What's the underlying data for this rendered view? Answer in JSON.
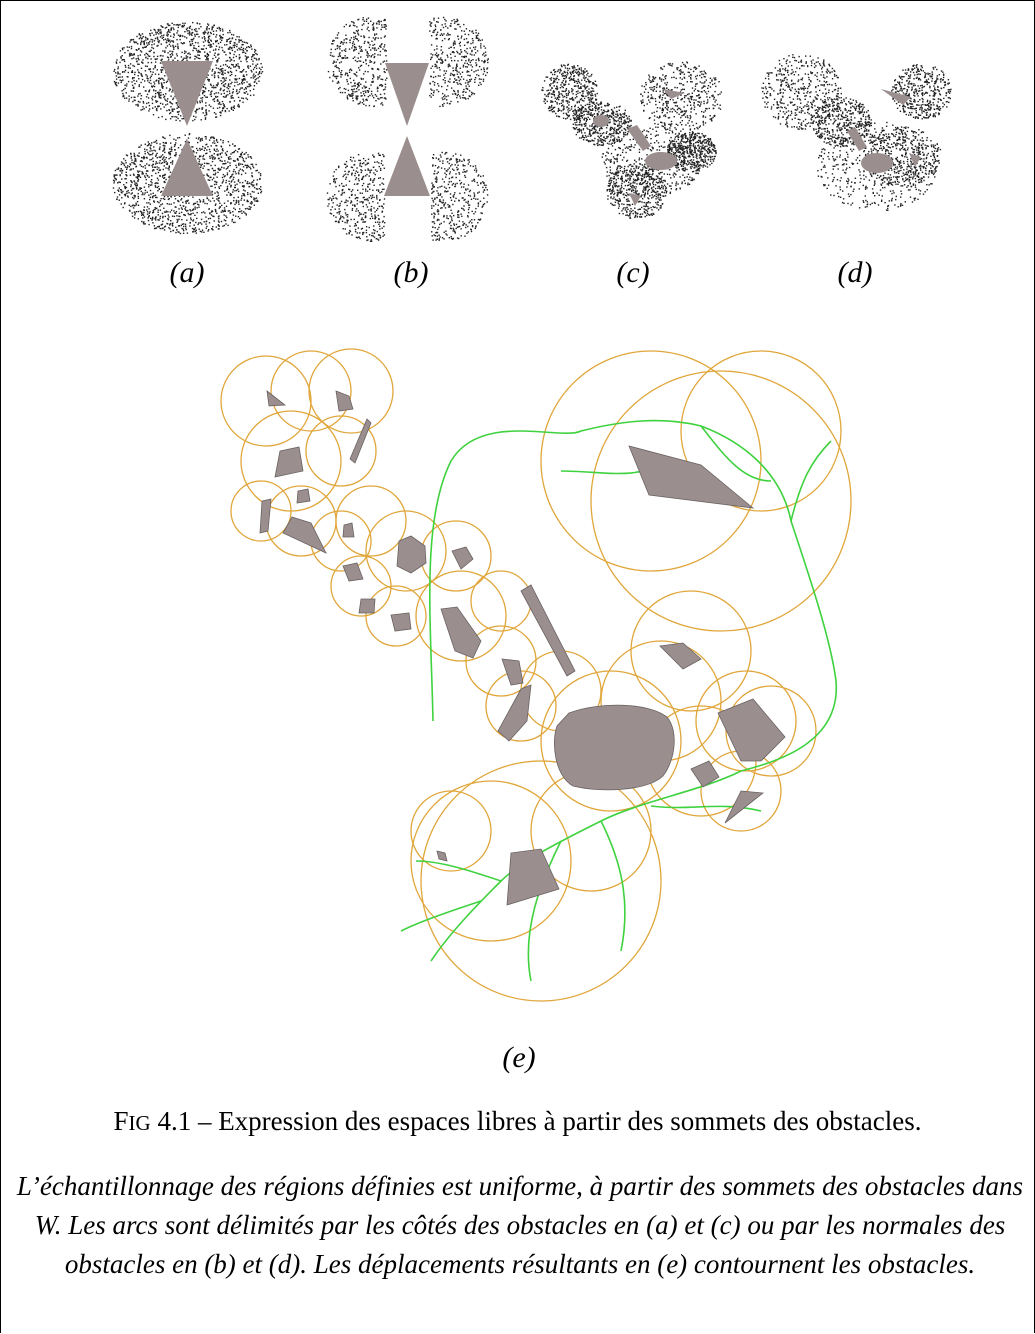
{
  "panels": {
    "a": "(a)",
    "b": "(b)",
    "c": "(c)",
    "d": "(d)",
    "e": "(e)"
  },
  "caption": {
    "prefix_first": "F",
    "prefix_rest": "IG",
    "number": "4.1",
    "text": "Expression des espaces libres à partir des sommets des obstacles."
  },
  "description": {
    "part1": "L’échantillonnage des régions définies est uniforme, à partir des sommets des obstacles dans ",
    "symbol": "W",
    "part2": ". Les arcs sont délimités par les côtés des obstacles en (a) et (c) ou par les normales des obstacles en (b) et (d). Les déplacements résultants en (e) contournent les obstacles."
  },
  "colors": {
    "obstacle": "#9b8e8e",
    "arc": "#e0a63a",
    "path": "#3fd23f",
    "dots": "#222222"
  }
}
